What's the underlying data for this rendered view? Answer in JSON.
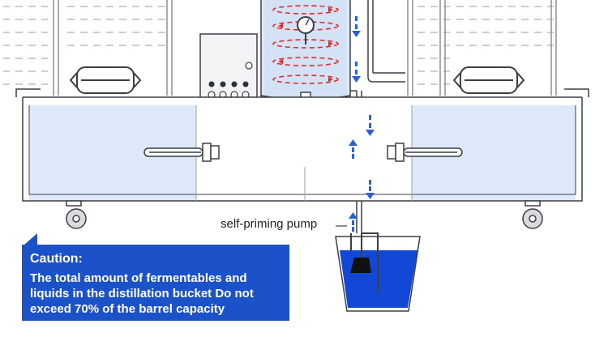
{
  "pump_label": "self-priming pump",
  "caution": {
    "title": "Caution:",
    "lines": [
      "The total amount of fermentables and",
      "liquids in the distillation bucket Do not",
      "exceed 70% of the barrel capacity"
    ]
  },
  "colors": {
    "water_blue": "#1347d6",
    "tank_fill": "#dde8f8",
    "caution_bg": "#1c52c9",
    "steam_arrow": "#e02b2b",
    "flow_arrow": "#2a5fd6"
  }
}
